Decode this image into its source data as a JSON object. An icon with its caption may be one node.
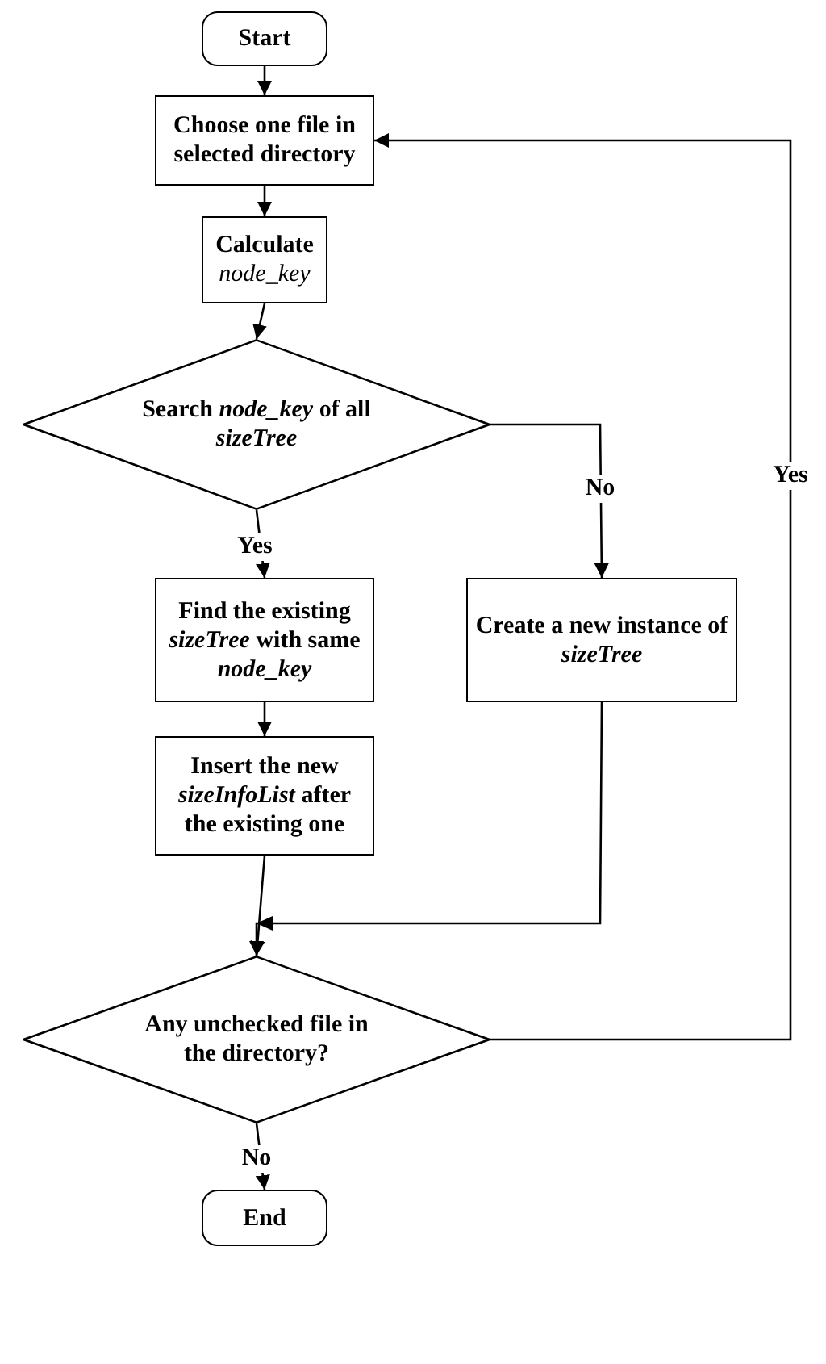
{
  "diagram": {
    "nodes": [
      {
        "text": [
          "Start"
        ]
      },
      {
        "text": [
          "Choose one file in selected directory"
        ]
      },
      {
        "text": [
          "**Calculate** *node_key*"
        ]
      },
      {
        "text": [
          "Search *node_key* of all *sizeTree*"
        ]
      },
      {
        "text": [
          "Find the existing *sizeTree* with same *node_key*"
        ]
      },
      {
        "text": [
          "Create a new instance of *sizeTree*"
        ]
      },
      {
        "text": [
          "Insert the new *sizeInfoList* after the existing one"
        ]
      },
      {
        "text": [
          "Any unchecked file in the directory?"
        ]
      },
      {
        "text": [
          "End"
        ]
      }
    ],
    "edges": [
      {
        "from": 0,
        "to": 1,
        "arrow": "to"
      },
      {
        "from": 1,
        "to": 2,
        "arrow": "to"
      },
      {
        "from": 2,
        "to": 3,
        "arrow": "to"
      },
      {
        "from": 3,
        "to": 4,
        "arrow": "to",
        "label": "Yes"
      },
      {
        "from": 3,
        "to": 5,
        "arrow": "to",
        "label": "No"
      },
      {
        "from": 4,
        "to": 6,
        "arrow": "to"
      },
      {
        "from": 6,
        "to": 7,
        "arrow": "to"
      },
      {
        "from": 5,
        "to": 7,
        "arrow": "to"
      },
      {
        "from": 7,
        "to": 8,
        "arrow": "to",
        "label": "No"
      },
      {
        "from": 7,
        "to": 1,
        "arrow": "to",
        "label": "Yes"
      }
    ]
  }
}
